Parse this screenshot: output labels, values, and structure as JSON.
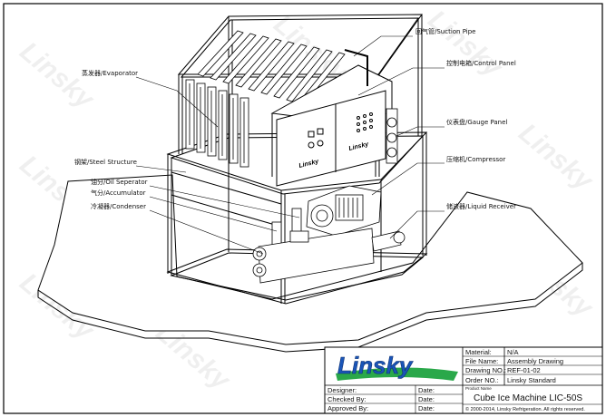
{
  "brand": {
    "logo_text": "Linsky",
    "watermark_text": "Linsky"
  },
  "labels": {
    "suction_pipe": "回气管/Suction Pipe",
    "control_panel": "控制电箱/Control Panel",
    "evaporator": "蒸发器/Evaporator",
    "gauge_panel": "仪表盘/Gauge Panel",
    "steel_structure": "钢架/Steel Structure",
    "compressor": "压缩机/Compressor",
    "oil_separator": "油分/Oil Seperator",
    "accumulator": "气分/Accumulator",
    "condenser": "冷凝器/Condenser",
    "liquid_receiver": "储液器/Liquid Receiver"
  },
  "title_block": {
    "material_label": "Material:",
    "material_value": "N/A",
    "file_name_label": "File Name:",
    "file_name_value": "Assembly Drawing",
    "drawing_no_label": "Drawing NO.:",
    "drawing_no_value": "REF-01-02",
    "order_no_label": "Order NO.:",
    "order_no_value": "Linsky Standard",
    "product_name_label": "Product Name",
    "product_name_value": "Cube Ice Machine LIC-50S",
    "copyright": "2000-2014, Linsky Refrigeration. All rights reserved.",
    "designer_label": "Designer:",
    "checked_by_label": "Checked By:",
    "approved_by_label": "Approved By:",
    "date_label": "Date:"
  },
  "colors": {
    "logo_blue": "#1a55b8",
    "logo_green": "#2aa84a"
  }
}
